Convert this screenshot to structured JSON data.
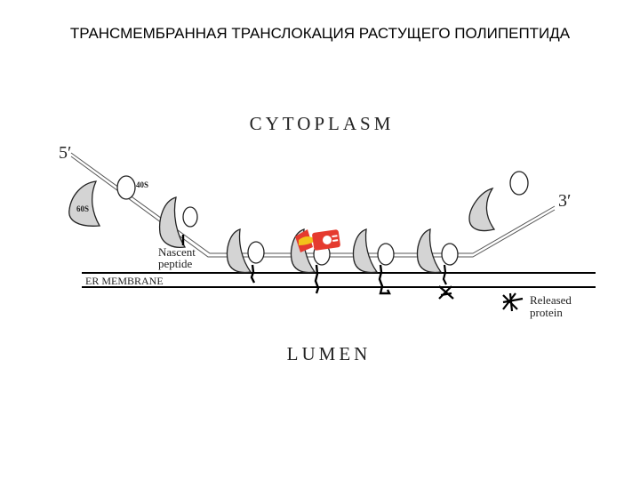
{
  "slide": {
    "title": "ТРАНСМЕМБРАННАЯ ТРАНСЛОКАЦИЯ РАСТУЩЕГО ПОЛИПЕПТИДА"
  },
  "diagram": {
    "cytoplasm_label": "CYTOPLASM",
    "lumen_label": "LUMEN",
    "five_prime_label": "5′",
    "three_prime_label": "3′",
    "small_subunit_label": "40S",
    "large_subunit_label": "60S",
    "nascent_label_line1": "Nascent",
    "nascent_label_line2": "peptide",
    "membrane_label": "ER MEMBRANE",
    "released_label_line1": "Released",
    "released_label_line2": "protein"
  },
  "colors": {
    "ribosome_fill": "#d4d4d4",
    "line": "#000000",
    "mrna": "#555555",
    "logo_red": "#e53b2f",
    "logo_yellow": "#f3c31a"
  }
}
